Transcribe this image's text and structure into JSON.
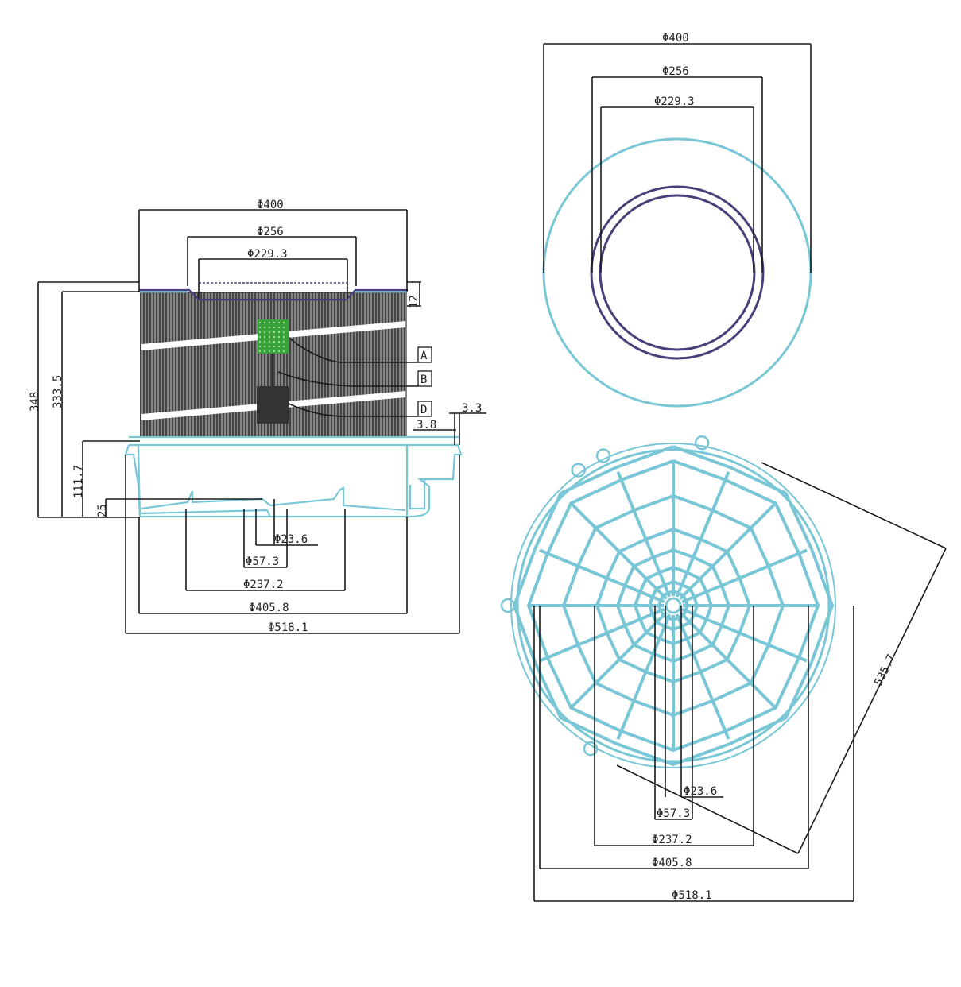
{
  "colors": {
    "dimension": "#1a1a1a",
    "body_outline": "#79c7d6",
    "seal": "#4b3f7a",
    "pleat_fill": "#444444",
    "label_a": "#3aa23a",
    "label_d": "#333333"
  },
  "side_view": {
    "dims_top": {
      "outer": "Φ400",
      "seal_outer": "Φ256",
      "seal_inner": "Φ229.3"
    },
    "dim_12": "12",
    "dim_348": "348",
    "dim_333_5": "333.5",
    "dim_111_7": "111.7",
    "dim_25": "25",
    "dim_3_3": "3.3",
    "dim_3_8": "3.8",
    "dims_bottom": {
      "d23_6": "Φ23.6",
      "d57_3": "Φ57.3",
      "d237_2": "Φ237.2",
      "d405_8": "Φ405.8",
      "d518_1": "Φ518.1"
    },
    "labels": [
      "A",
      "B",
      "D"
    ]
  },
  "top_view": {
    "outer": "Φ400",
    "seal_outer": "Φ256",
    "seal_inner": "Φ229.3"
  },
  "bottom_view": {
    "diag": "535.7",
    "d23_6": "Φ23.6",
    "d57_3": "Φ57.3",
    "d237_2": "Φ237.2",
    "d405_8": "Φ405.8",
    "d518_1": "Φ518.1"
  }
}
